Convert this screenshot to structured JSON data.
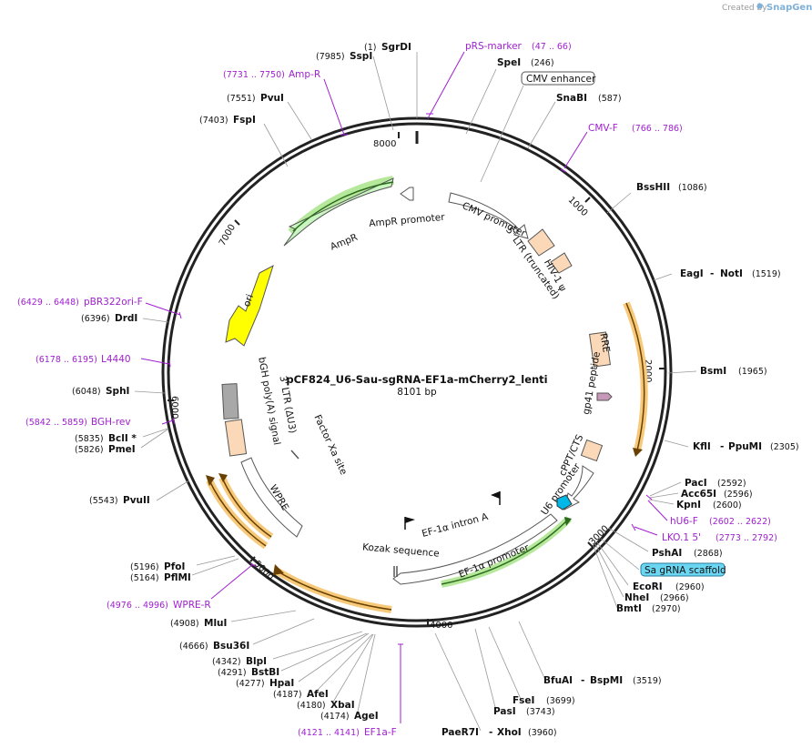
{
  "brand": {
    "created_by": "Created by",
    "name": "SnapGene"
  },
  "map": {
    "title": "pCF824_U6-Sau-sgRNA-EF1a-mCherry2_lenti",
    "length": "8101 bp"
  },
  "ticks": [
    "1000",
    "2000",
    "3000",
    "4000",
    "5000",
    "6000",
    "7000",
    "8000"
  ],
  "features": {
    "amp_promoter": "AmpR promoter",
    "ampr": "AmpR",
    "cmv_promoter": "CMV promoter",
    "ltr5": "5' LTR (truncated)",
    "hiv_psi": "HIV-1 ψ",
    "ori": "ori",
    "rre": "RRE",
    "gp41": "gp41 peptide",
    "bgh": "bGH poly(A) signal",
    "ltr3": "3' LTR (ΔU3)",
    "factor_xa": "Factor Xa site",
    "cppt": "cPPT/CTS",
    "u6": "U6 promoter",
    "wpre": "WPRE",
    "ef1a_intron": "EF-1α intron A",
    "ef1a_promoter": "EF-1α promoter",
    "kozak": "Kozak sequence"
  },
  "sites": {
    "sgrdi": {
      "name": "SgrDI",
      "pos": "(1)"
    },
    "sspi": {
      "name": "SspI",
      "pos": "(7985)"
    },
    "pvui_top": {
      "name": "PvuI",
      "pos": "(7551)"
    },
    "fspi": {
      "name": "FspI",
      "pos": "(7403)"
    },
    "spei": {
      "name": "SpeI",
      "pos": "(246)"
    },
    "cmv_enh": {
      "name": "CMV enhancer"
    },
    "snabi": {
      "name": "SnaBI",
      "pos": "(587)"
    },
    "bsshii": {
      "name": "BssHII",
      "pos": "(1086)"
    },
    "eagi": {
      "name": "EagI",
      "sep": "-",
      "name2": "NotI",
      "pos": "(1519)"
    },
    "bsmi": {
      "name": "BsmI",
      "pos": "(1965)"
    },
    "kfli": {
      "name": "KflI",
      "sep": "-",
      "name2": "PpuMI",
      "pos": "(2305)"
    },
    "paci": {
      "name": "PacI",
      "pos": "(2592)"
    },
    "acc65i": {
      "name": "Acc65I",
      "pos": "(2596)"
    },
    "kpni": {
      "name": "KpnI",
      "pos": "(2600)"
    },
    "pshai": {
      "name": "PshAI",
      "pos": "(2868)"
    },
    "sa_scaffold": {
      "name": "Sa gRNA scaffold"
    },
    "ecori": {
      "name": "EcoRI",
      "pos": "(2960)"
    },
    "nhei": {
      "name": "NheI",
      "pos": "(2966)"
    },
    "bmti": {
      "name": "BmtI",
      "pos": "(2970)"
    },
    "bfuai": {
      "name": "BfuAI",
      "sep": "-",
      "name2": "BspMI",
      "pos": "(3519)"
    },
    "fsei": {
      "name": "FseI",
      "pos": "(3699)"
    },
    "pasi": {
      "name": "PasI",
      "pos": "(3743)"
    },
    "paer7i": {
      "name": "PaeR7I",
      "sep": "-",
      "name2": "XhoI",
      "pos": "(3960)"
    },
    "agei": {
      "name": "AgeI",
      "pos": "(4174)"
    },
    "xbai": {
      "name": "XbaI",
      "pos": "(4180)"
    },
    "afei": {
      "name": "AfeI",
      "pos": "(4187)"
    },
    "hpai": {
      "name": "HpaI",
      "pos": "(4277)"
    },
    "bstbi": {
      "name": "BstBI",
      "pos": "(4291)"
    },
    "blpi": {
      "name": "BlpI",
      "pos": "(4342)"
    },
    "bsu36i": {
      "name": "Bsu36I",
      "pos": "(4666)"
    },
    "mlui": {
      "name": "MluI",
      "pos": "(4908)"
    },
    "pfoi": {
      "name": "PfoI",
      "pos": "(5196)"
    },
    "pflmi": {
      "name": "PflMI",
      "pos": "(5164)"
    },
    "pvuii": {
      "name": "PvuII",
      "pos": "(5543)"
    },
    "bcli": {
      "name": "BclI *",
      "pos": "(5835)"
    },
    "pmei": {
      "name": "PmeI",
      "pos": "(5826)"
    },
    "sphi": {
      "name": "SphI",
      "pos": "(6048)"
    },
    "drdi": {
      "name": "DrdI",
      "pos": "(6396)"
    }
  },
  "primers": {
    "rs_marker": {
      "name": "pRS-marker",
      "range": "(47 .. 66)"
    },
    "amp_r": {
      "name": "Amp-R",
      "range": "(7731 .. 7750)"
    },
    "cmv_f": {
      "name": "CMV-F",
      "range": "(766 .. 786)"
    },
    "hu6_f": {
      "name": "hU6-F",
      "range": "(2602 .. 2622)"
    },
    "lko": {
      "name": "LKO.1 5'",
      "range": "(2773 .. 2792)"
    },
    "ef1a_f": {
      "name": "EF1a-F",
      "range": "(4121 .. 4141)"
    },
    "wpre_r": {
      "name": "WPRE-R",
      "range": "(4976 .. 4996)"
    },
    "bgh_rev": {
      "name": "BGH-rev",
      "range": "(5842 .. 5859)"
    },
    "l4440": {
      "name": "L4440",
      "range": "(6178 .. 6195)"
    },
    "pbr322": {
      "name": "pBR322ori-F",
      "range": "(6429 .. 6448)"
    }
  },
  "colors": {
    "primer": "#a020d0",
    "backbone": "#222222",
    "ampr_fill": "#c8f5c0",
    "ori_fill": "#ffff00",
    "ltr_fill": "#fbd9b8",
    "rre_fill": "#fbd9b8",
    "bgh_fill": "#a8a8a8",
    "u6_fill": "#00b8e8",
    "scaffold_fill": "#6ad6f2",
    "glow_green": "#b6e89c",
    "glow_orange": "#f7c97a"
  }
}
